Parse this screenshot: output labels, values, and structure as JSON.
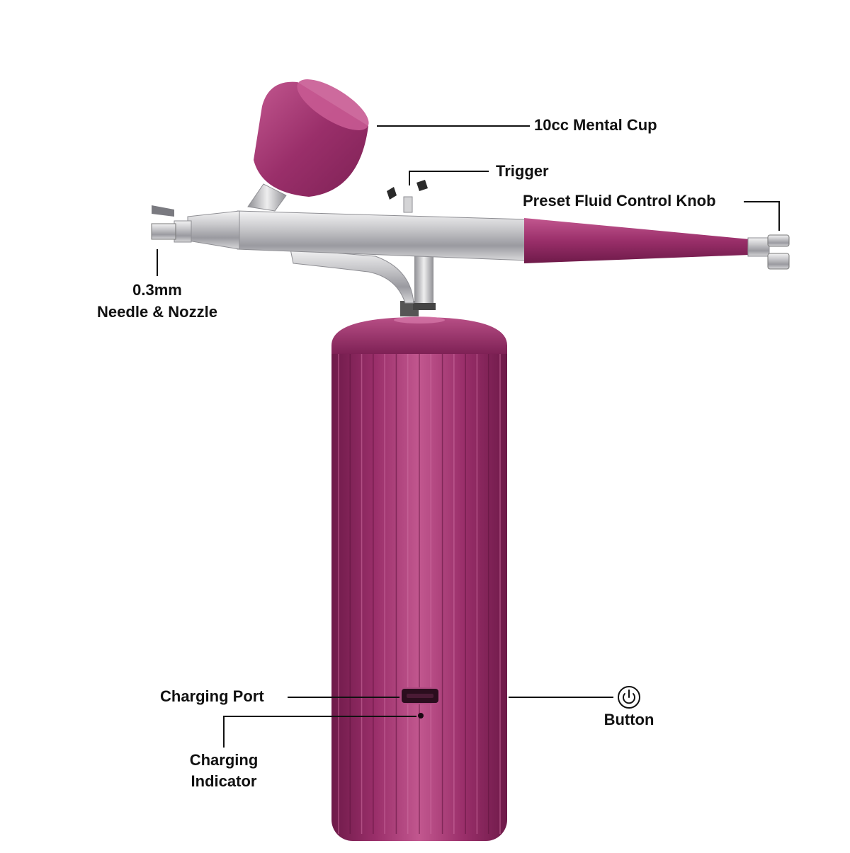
{
  "labels": {
    "cup": "10cc Mental Cup",
    "trigger": "Trigger",
    "knob": "Preset Fluid Control Knob",
    "needle_line1": "0.3mm",
    "needle_line2": "Needle & Nozzle",
    "charging_port": "Charging Port",
    "charging_indicator_line1": "Charging",
    "charging_indicator_line2": "Indicator",
    "button": "Button"
  },
  "colors": {
    "body": "#9a2f6a",
    "body_dark": "#6e1a49",
    "body_light": "#c2578f",
    "chrome": "#c9c9cc",
    "chrome_dark": "#8e8e93",
    "text": "#111111"
  },
  "icons": {
    "button": "power-icon"
  }
}
